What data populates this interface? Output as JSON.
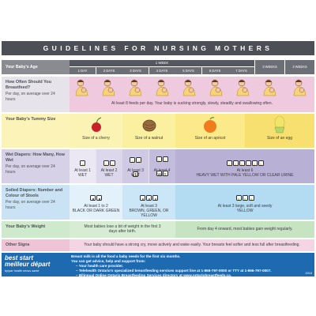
{
  "title": "GUIDELINES FOR NURSING MOTHERS",
  "age_header": {
    "label": "Your Baby's Age",
    "week1": "1 WEEK",
    "days": [
      "1 DAY",
      "2 DAYS",
      "3 DAYS",
      "4 DAYS",
      "5 DAYS",
      "6 DAYS",
      "7 DAYS"
    ],
    "later": [
      "3 WEEKS",
      "3 WEEKS"
    ]
  },
  "often": {
    "title": "How Often Should You Breastfeed?",
    "subtitle": "Per day, on average over 24 hours",
    "caption": "At least 8 feeds per day. Your baby is sucking strongly, slowly, steadily and swallowing often."
  },
  "tummy": {
    "title": "Your Baby's Tummy Size",
    "items": [
      {
        "label": "Size of a cherry",
        "icon": "cherry-icon",
        "color": "#c8202c"
      },
      {
        "label": "Size of a walnut",
        "icon": "walnut-icon",
        "color": "#9a6a3e"
      },
      {
        "label": "Size of an apricot",
        "icon": "apricot-icon",
        "color": "#f07c1e"
      },
      {
        "label": "Size of an egg",
        "icon": "egg-icon",
        "color": "#f2e46a"
      }
    ]
  },
  "wet": {
    "title": "Wet Diapers: How Many, How Wet",
    "subtitle": "Per day, on average over 24 hours",
    "items": [
      {
        "count": "At least 1",
        "desc": "WET"
      },
      {
        "count": "At least 2",
        "desc": "WET"
      },
      {
        "count": "At least 3",
        "desc": "WET"
      },
      {
        "count": "At least 4",
        "desc": "WET"
      },
      {
        "count": "At least 6",
        "desc": "HEAVY WET WITH PALE YELLOW OR CLEAR URINE"
      }
    ]
  },
  "soiled": {
    "title": "Soiled Diapers: Number and Colour of Stools",
    "subtitle": "Per day, on average over 24 hours",
    "items": [
      {
        "count": "At least 1 to 2",
        "desc": "BLACK OR DARK GREEN"
      },
      {
        "count": "At least 3",
        "desc": "BROWN, GREEN, OR YELLOW"
      },
      {
        "count": "At least 3 large, soft and seedy",
        "desc": "YELLOW"
      }
    ]
  },
  "weight": {
    "title": "Your Baby's Weight",
    "items": [
      "Most babies lose a bit of weight in the first 3 days after birth.",
      "From day 4 onward, most babies gain weight regularly."
    ]
  },
  "other": {
    "title": "Other Signs",
    "caption": "Your baby should have a strong cry, move actively and wake easily. Your breasts feel softer and less full after breastfeeding."
  },
  "footer": {
    "brand_line1": "best start",
    "brand_line2": "meilleur départ",
    "brand_line3": "by/par health nexus santé",
    "lines": [
      "Breast milk is all the food a baby needs for the first six months.",
      "You can get advice, help and support from:",
      "– Your health care provider.",
      "– Telehealth Ontario's specialized breastfeeding services support line at 1-866-797-0000 or TTY at 1-866-797-0007.",
      "– Bilingual Online Ontario Breastfeeding Services directory at www.ontariobreastfeeds.ca."
    ],
    "year": "2016"
  },
  "colors": {
    "header_dark": "#4d4f56",
    "often_bg": "#efc9de",
    "tummy_bg": "#fcf6c4",
    "wet_bg": "#e6e2f0",
    "soiled_bg": "#dcedf8",
    "weight_bg": "#e0f1de",
    "other_bg": "#f4d5e3",
    "footer_bg": "#1e6ab0"
  }
}
